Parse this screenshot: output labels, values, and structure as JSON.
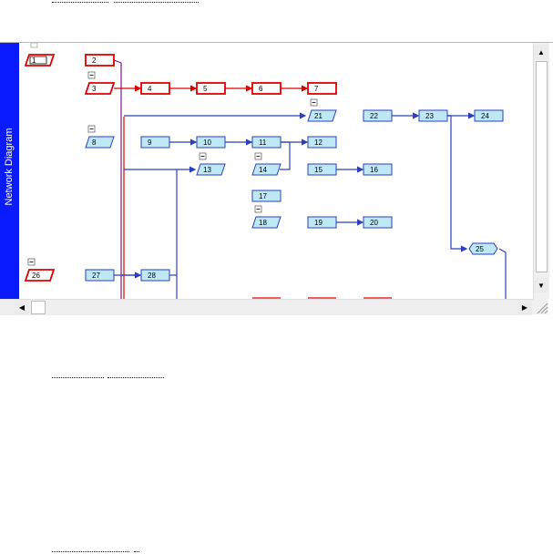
{
  "view": {
    "label": "Network Diagram"
  },
  "tasks": [
    {
      "id": "1",
      "shape": "para",
      "critical": true,
      "selected": true
    },
    {
      "id": "2",
      "shape": "rect",
      "critical": true
    },
    {
      "id": "3",
      "shape": "para",
      "critical": true,
      "collapse": true
    },
    {
      "id": "4",
      "shape": "rect",
      "critical": true
    },
    {
      "id": "5",
      "shape": "rect",
      "critical": true
    },
    {
      "id": "6",
      "shape": "rect",
      "critical": true
    },
    {
      "id": "7",
      "shape": "rect",
      "critical": true
    },
    {
      "id": "8",
      "shape": "para",
      "collapse": true
    },
    {
      "id": "9",
      "shape": "rect"
    },
    {
      "id": "10",
      "shape": "rect"
    },
    {
      "id": "11",
      "shape": "rect"
    },
    {
      "id": "12",
      "shape": "rect"
    },
    {
      "id": "13",
      "shape": "para",
      "collapse": true
    },
    {
      "id": "14",
      "shape": "para",
      "collapse": true
    },
    {
      "id": "15",
      "shape": "rect"
    },
    {
      "id": "16",
      "shape": "rect"
    },
    {
      "id": "17",
      "shape": "rect"
    },
    {
      "id": "18",
      "shape": "para",
      "collapse": true
    },
    {
      "id": "19",
      "shape": "rect"
    },
    {
      "id": "20",
      "shape": "rect"
    },
    {
      "id": "21",
      "shape": "para",
      "collapse": true
    },
    {
      "id": "22",
      "shape": "rect"
    },
    {
      "id": "23",
      "shape": "rect"
    },
    {
      "id": "24",
      "shape": "rect"
    },
    {
      "id": "25",
      "shape": "hex"
    },
    {
      "id": "26",
      "shape": "para",
      "critical": true,
      "collapse": true
    },
    {
      "id": "27",
      "shape": "rect"
    },
    {
      "id": "28",
      "shape": "rect"
    }
  ],
  "links": [
    [
      "3",
      "4"
    ],
    [
      "4",
      "5"
    ],
    [
      "5",
      "6"
    ],
    [
      "6",
      "7"
    ],
    [
      "9",
      "10"
    ],
    [
      "10",
      "11"
    ],
    [
      "11",
      "12"
    ],
    [
      "15",
      "16"
    ],
    [
      "19",
      "20"
    ],
    [
      "22",
      "23"
    ],
    [
      "23",
      "24"
    ],
    [
      "27",
      "28"
    ]
  ],
  "colors": {
    "critical_border": "#e00000",
    "normal_border": "#2a3fbf",
    "node_fill": "#bfe8f7",
    "normal_link": "#2a3fbf",
    "critical_link": "#e00000",
    "summary_link": "#7a1a8a",
    "sidebar": "#0a1cff"
  }
}
